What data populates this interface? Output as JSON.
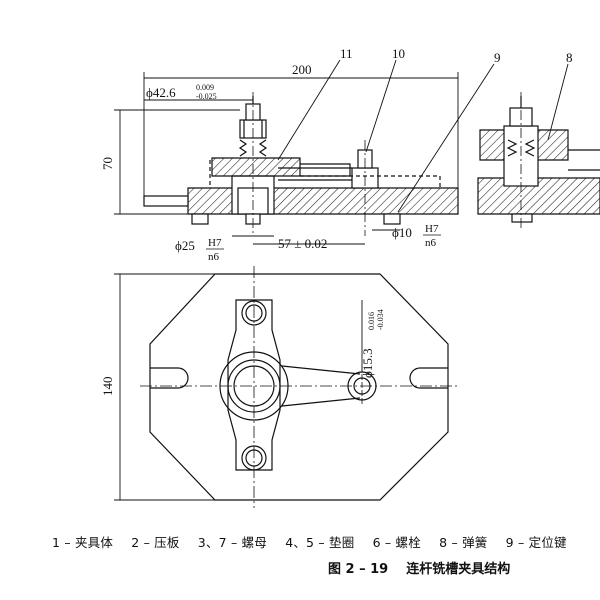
{
  "callouts": {
    "c11": "11",
    "c10": "10",
    "c9": "9",
    "c8": "8"
  },
  "dimensions": {
    "width_200": "200",
    "height_70": "70",
    "height_140": "140",
    "phi_42_6": "ϕ42.6",
    "phi_42_6_upper": "0.009",
    "phi_42_6_lower": "-0.025",
    "phi_25": "ϕ25",
    "fit_h7": "H7",
    "fit_n6": "n6",
    "dist_57": "57 ± 0.02",
    "phi_10": "ϕ10",
    "phi_15_3": "ϕ15.3",
    "phi_15_3_upper": "0.016",
    "phi_15_3_lower": "-0.034"
  },
  "legend": [
    "1 – 夹具体",
    "2 – 压板",
    "3、7 – 螺母",
    "4、5 – 垫圈",
    "6 – 螺栓",
    "8 – 弹簧",
    "9 – 定位键"
  ],
  "caption": {
    "number": "图 2 – 19",
    "title": "连杆铣槽夹具结构"
  }
}
